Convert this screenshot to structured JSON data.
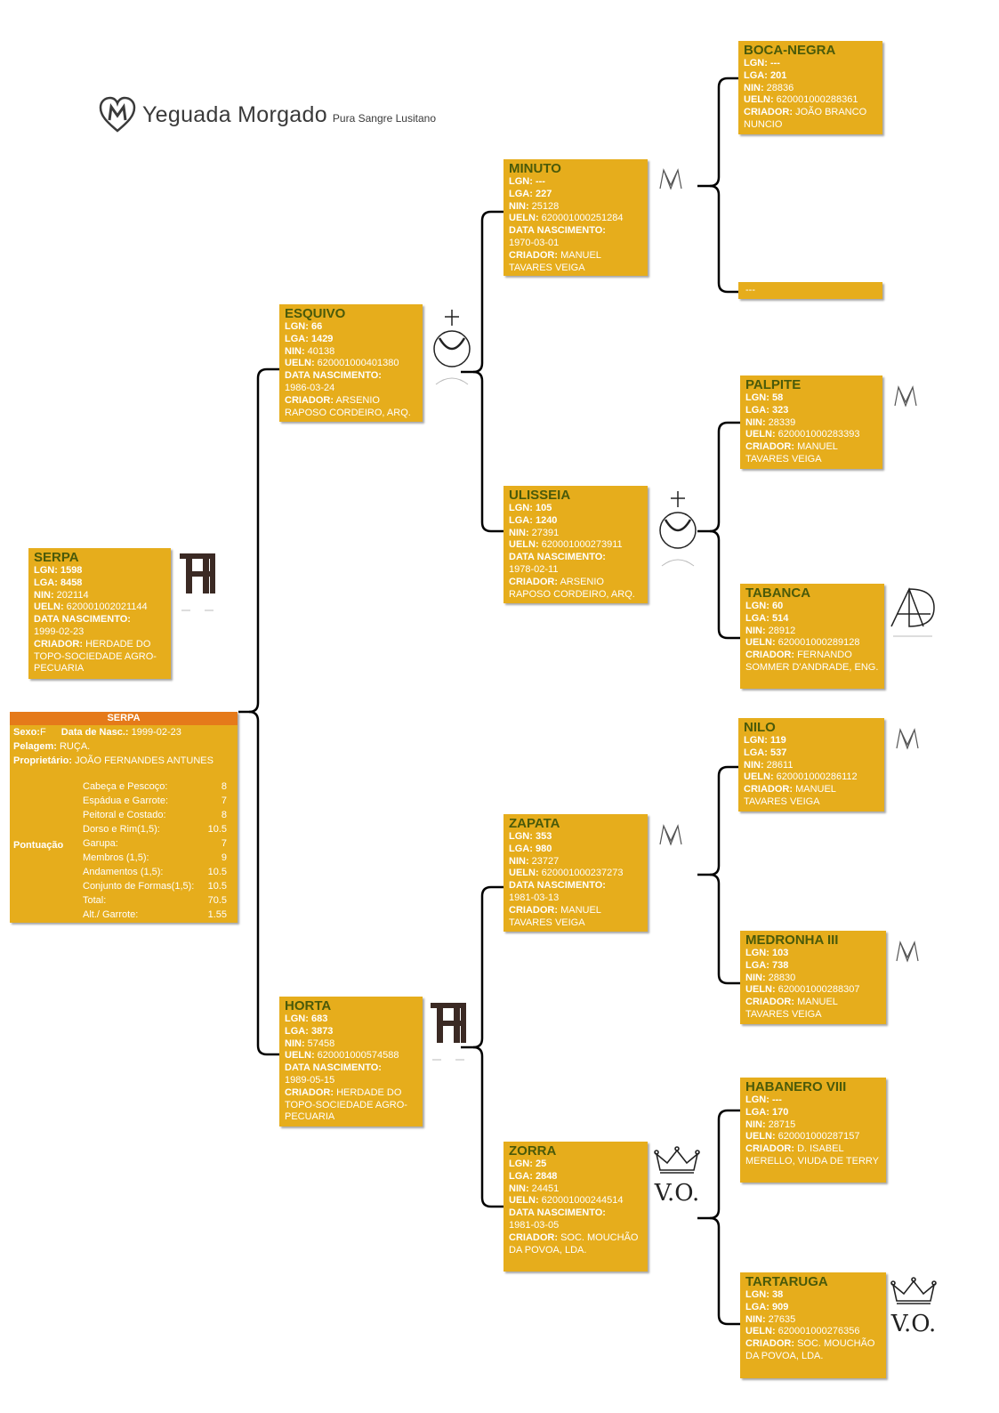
{
  "logo": {
    "brand": "Yeguada Morgado",
    "tagline": "Pura Sangre Lusitano"
  },
  "labels": {
    "lgn": "LGN:",
    "lga": "LGA:",
    "nin": "NIN:",
    "ueln": "UELN:",
    "birth": "DATA NASCIMENTO:",
    "breeder": "CRIADOR:"
  },
  "horses": {
    "serpa": {
      "name": "SERPA",
      "lgn": "1598",
      "lga": "8458",
      "nin": "202114",
      "ueln": "620001002021144",
      "birth": "1999-02-23",
      "breeder": "HERDADE DO TOPO-SOCIEDADE AGRO-PECUARIA"
    },
    "esquivo": {
      "name": "ESQUIVO",
      "lgn": "66",
      "lga": "1429",
      "nin": "40138",
      "ueln": "620001000401380",
      "birth": "1986-03-24",
      "breeder": "ARSENIO RAPOSO CORDEIRO, ARQ."
    },
    "horta": {
      "name": "HORTA",
      "lgn": "683",
      "lga": "3873",
      "nin": "57458",
      "ueln": "620001000574588",
      "birth": "1989-05-15",
      "breeder": "HERDADE DO TOPO-SOCIEDADE AGRO-PECUARIA"
    },
    "minuto": {
      "name": "MINUTO",
      "lgn": "---",
      "lga": "227",
      "nin": "25128",
      "ueln": "620001000251284",
      "birth": "1970-03-01",
      "breeder": "MANUEL TAVARES VEIGA"
    },
    "ulisseia": {
      "name": "ULISSEIA",
      "lgn": "105",
      "lga": "1240",
      "nin": "27391",
      "ueln": "620001000273911",
      "birth": "1978-02-11",
      "breeder": "ARSENIO RAPOSO CORDEIRO, ARQ."
    },
    "zapata": {
      "name": "ZAPATA",
      "lgn": "353",
      "lga": "980",
      "nin": "23727",
      "ueln": "620001000237273",
      "birth": "1981-03-13",
      "breeder": "MANUEL TAVARES VEIGA"
    },
    "zorra": {
      "name": "ZORRA",
      "lgn": "25",
      "lga": "2848",
      "nin": "24451",
      "ueln": "620001000244514",
      "birth": "1981-03-05",
      "breeder": "SOC. MOUCHÃO DA POVOA, LDA."
    },
    "bocanegra": {
      "name": "BOCA-NEGRA",
      "lgn": "---",
      "lga": "201",
      "nin": "28836",
      "ueln": "620001000288361",
      "breeder": "JOÃO BRANCO NUNCIO"
    },
    "unknown": {
      "name": "---"
    },
    "palpite": {
      "name": "PALPITE",
      "lgn": "58",
      "lga": "323",
      "nin": "28339",
      "ueln": "620001000283393",
      "breeder": "MANUEL TAVARES VEIGA"
    },
    "tabanca": {
      "name": "TABANCA",
      "lgn": "60",
      "lga": "514",
      "nin": "28912",
      "ueln": "620001000289128",
      "breeder": "FERNANDO SOMMER D'ANDRADE, ENG."
    },
    "nilo": {
      "name": "NILO",
      "lgn": "119",
      "lga": "537",
      "nin": "28611",
      "ueln": "620001000286112",
      "breeder": "MANUEL TAVARES VEIGA"
    },
    "medronha": {
      "name": "MEDRONHA III",
      "lgn": "103",
      "lga": "738",
      "nin": "28830",
      "ueln": "620001000288307",
      "breeder": "MANUEL TAVARES VEIGA"
    },
    "habanero": {
      "name": "HABANERO VIII",
      "lgn": "---",
      "lga": "170",
      "nin": "28715",
      "ueln": "620001000287157",
      "breeder": "D. ISABEL MERELLO, VIUDA DE TERRY"
    },
    "tartaruga": {
      "name": "TARTARUGA",
      "lgn": "38",
      "lga": "909",
      "nin": "27635",
      "ueln": "620001000276356",
      "breeder": "SOC. MOUCHÃO DA POVOA, LDA."
    }
  },
  "info": {
    "title": "SERPA",
    "sexo_label": "Sexo:",
    "sexo": "F",
    "nasc_label": "Data de Nasc.:",
    "nasc": "1999-02-23",
    "pelagem_label": "Pelagem:",
    "pelagem": "RUÇA.",
    "prop_label": "Proprietário:",
    "prop": "JOÃO FERNANDES ANTUNES",
    "pontuacao_label": "Pontuação",
    "scores": [
      {
        "label": "Cabeça e Pescoço:",
        "value": "8"
      },
      {
        "label": "Espádua e Garrote:",
        "value": "7"
      },
      {
        "label": "Peitoral e Costado:",
        "value": "8"
      },
      {
        "label": "Dorso e Rim(1,5):",
        "value": "10.5"
      },
      {
        "label": "Garupa:",
        "value": "7"
      },
      {
        "label": "Membros (1,5):",
        "value": "9"
      },
      {
        "label": "Andamentos (1,5):",
        "value": "10.5"
      },
      {
        "label": "Conjunto de Formas(1,5):",
        "value": "10.5"
      },
      {
        "label": "Total:",
        "value": "70.5"
      },
      {
        "label": "Alt./ Garrote:",
        "value": "1.55"
      }
    ]
  },
  "brands": {
    "serpa": "th-brand-icon",
    "esquivo": "cross-crescent-brand-icon",
    "horta": "th-brand-icon",
    "minuto": "mm-brand-icon",
    "ulisseia": "cross-crescent-brand-icon",
    "zapata": "mm-brand-icon",
    "zorra": "crown-vo-brand-icon",
    "palpite": "mm-brand-icon",
    "tabanca": "ad-brand-icon",
    "nilo": "mm-brand-icon",
    "medronha": "mm-brand-icon",
    "tartaruga": "crown-vo-brand-icon"
  },
  "brand_text": {
    "vo": "V.O."
  },
  "colors": {
    "box": "#e6ad1c",
    "name": "#4a5a0a",
    "header": "#e57a1a"
  }
}
